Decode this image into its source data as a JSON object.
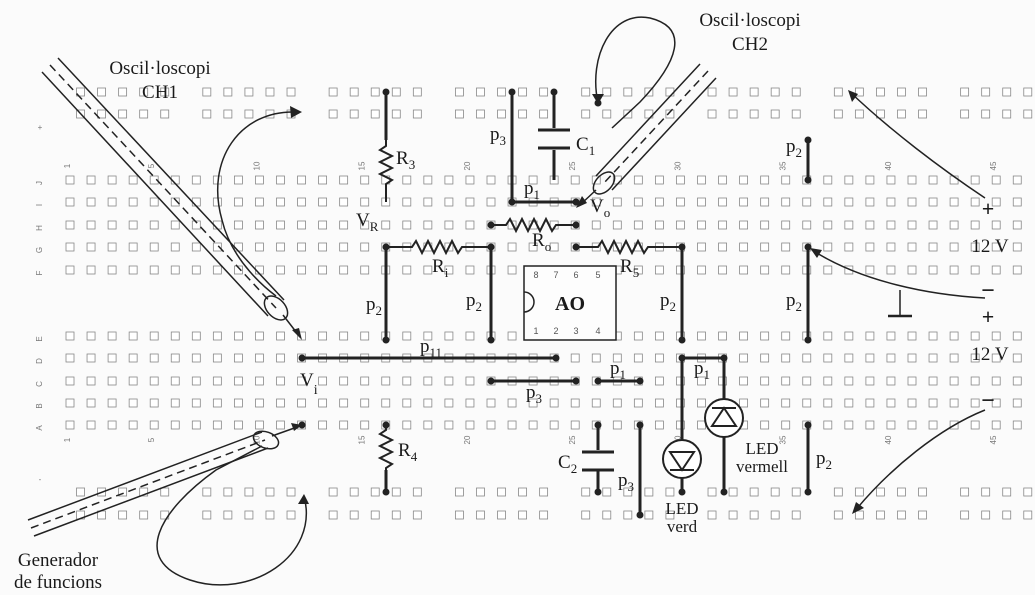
{
  "instruments": {
    "scope_ch1": [
      "Oscil·loscopi",
      "CH1"
    ],
    "scope_ch2": [
      "Oscil·loscopi",
      "CH2"
    ],
    "generator": [
      "Generador",
      "de funcions"
    ]
  },
  "breadboard": {
    "row_letters_top": [
      "J",
      "I",
      "H",
      "G",
      "F"
    ],
    "row_letters_bottom": [
      "E",
      "D",
      "C",
      "B",
      "A"
    ],
    "rail_signs_left": [
      "+",
      "-"
    ],
    "column_numbers": [
      "1",
      "5",
      "10",
      "15",
      "20",
      "25",
      "30",
      "35",
      "40",
      "45"
    ]
  },
  "components": {
    "r3": "R",
    "r3_sub": "3",
    "r4": "R",
    "r4_sub": "4",
    "ri": "R",
    "ri_sub": "i",
    "ro": "R",
    "ro_sub": "o",
    "r5": "R",
    "r5_sub": "5",
    "c1": "C",
    "c1_sub": "1",
    "c2": "C",
    "c2_sub": "2",
    "vr": "V",
    "vr_sub": "R",
    "vo": "V",
    "vo_sub": "o",
    "vi": "V",
    "vi_sub": "i",
    "opamp": "AO",
    "opamp_pins_top": [
      "8",
      "7",
      "6",
      "5"
    ],
    "opamp_pins_bottom": [
      "1",
      "2",
      "3",
      "4"
    ],
    "led_green": [
      "LED",
      "verd"
    ],
    "led_red": [
      "LED",
      "vermell"
    ]
  },
  "jumpers": {
    "p2_a": "p",
    "p2_a_sub": "2",
    "p2_b": "p",
    "p2_b_sub": "2",
    "p2_c": "p",
    "p2_c_sub": "2",
    "p2_d": "p",
    "p2_d_sub": "2",
    "p2_e": "p",
    "p2_e_sub": "2",
    "p2_f": "p",
    "p2_f_sub": "2",
    "p3_a": "p",
    "p3_a_sub": "3",
    "p3_b": "p",
    "p3_b_sub": "3",
    "p3_c": "p",
    "p3_c_sub": "3",
    "p1_a": "p",
    "p1_a_sub": "1",
    "p1_b": "p",
    "p1_b_sub": "1",
    "p1_c": "p",
    "p1_c_sub": "1",
    "p11": "p",
    "p11_sub": "11"
  },
  "supplies": {
    "upper_plus": "+",
    "upper_minus": "−",
    "upper_value": "12 V",
    "lower_plus": "+",
    "lower_minus": "−",
    "lower_value": "12 V"
  }
}
